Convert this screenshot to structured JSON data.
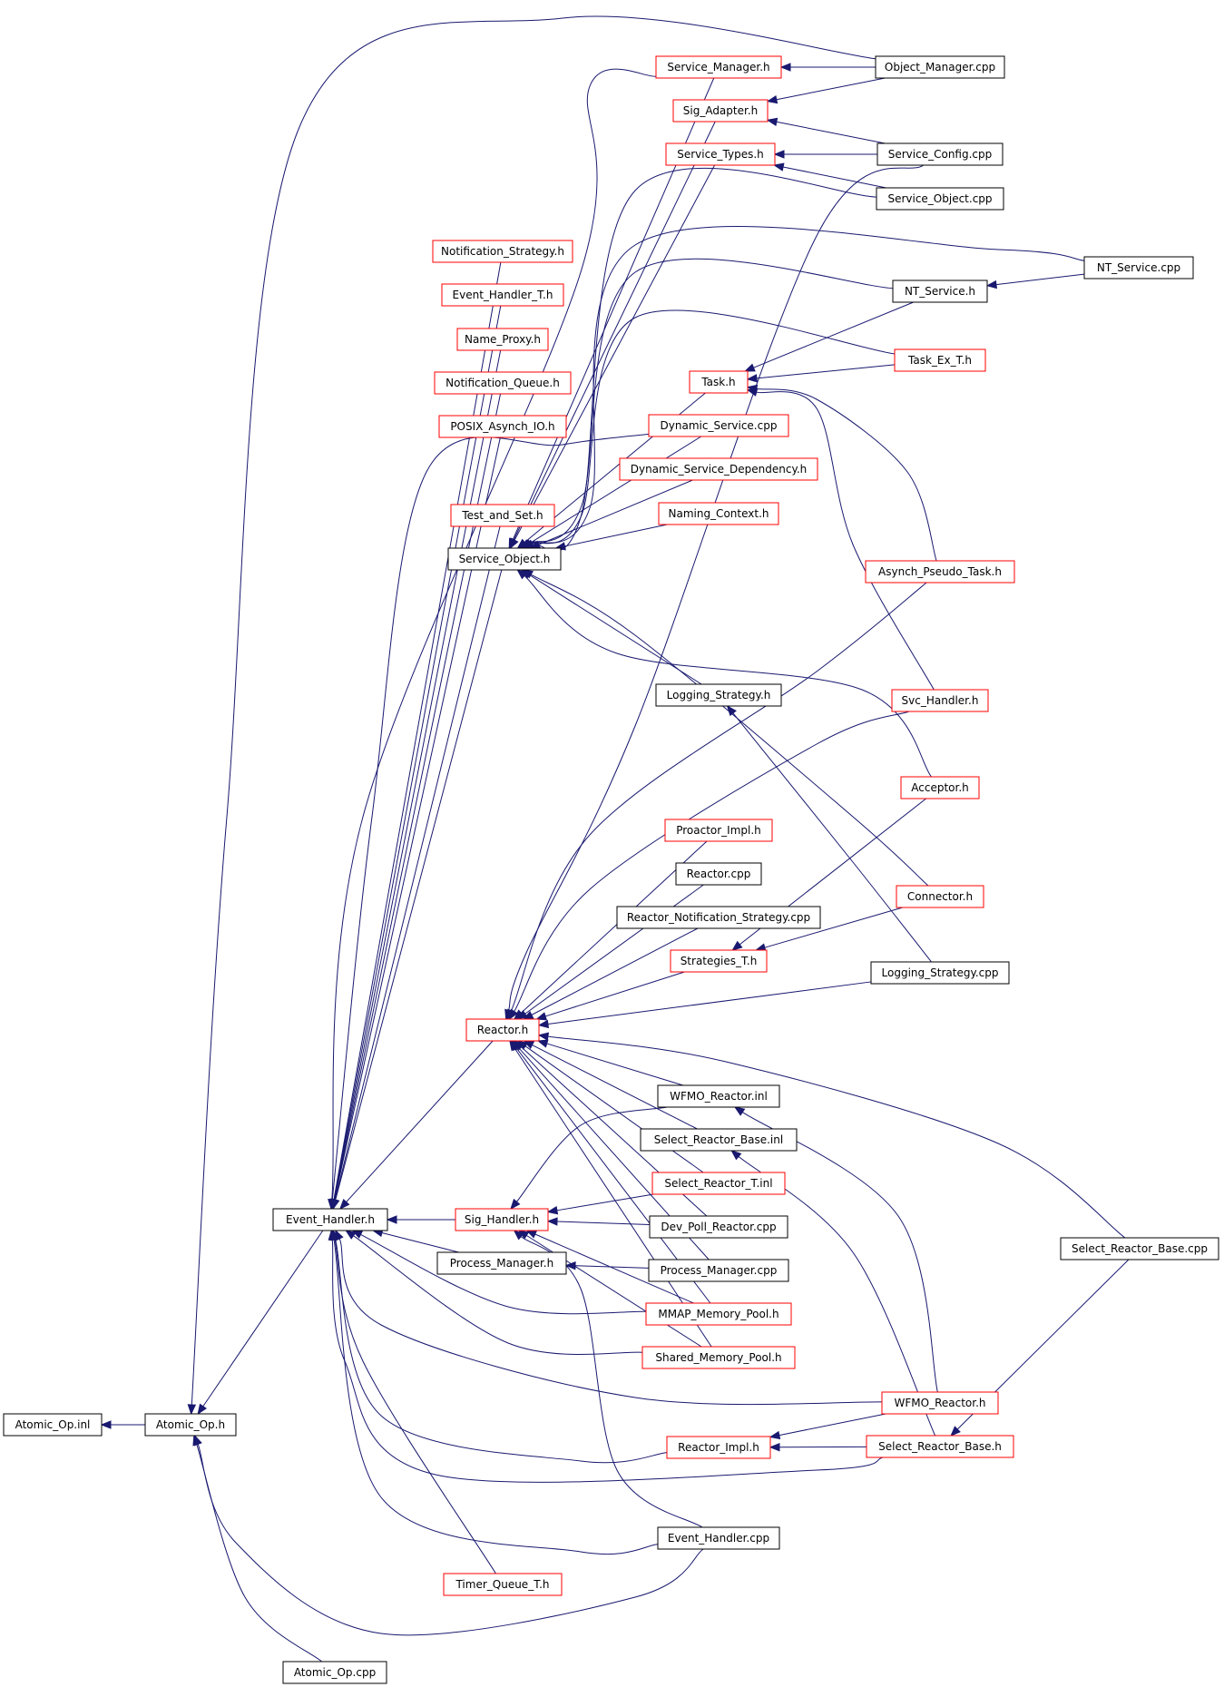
{
  "graph": {
    "title": "",
    "colors": {
      "edge": "#191970",
      "red_border": "#ff0000",
      "black_border": "#000000",
      "root_fill": "#bfbfbf",
      "background": "#ffffff"
    },
    "nodes": [
      {
        "id": "atomic_op_inl",
        "label": "Atomic_Op.inl",
        "border": "black",
        "root": true
      },
      {
        "id": "atomic_op_h",
        "label": "Atomic_Op.h",
        "border": "black"
      },
      {
        "id": "atomic_op_cpp",
        "label": "Atomic_Op.cpp",
        "border": "black"
      },
      {
        "id": "event_handler_h",
        "label": "Event_Handler.h",
        "border": "black"
      },
      {
        "id": "timer_queue_t_h",
        "label": "Timer_Queue_T.h",
        "border": "red"
      },
      {
        "id": "sig_handler_h",
        "label": "Sig_Handler.h",
        "border": "red"
      },
      {
        "id": "process_manager_h",
        "label": "Process_Manager.h",
        "border": "black"
      },
      {
        "id": "reactor_h",
        "label": "Reactor.h",
        "border": "red"
      },
      {
        "id": "service_object_h",
        "label": "Service_Object.h",
        "border": "black"
      },
      {
        "id": "test_and_set_h",
        "label": "Test_and_Set.h",
        "border": "red"
      },
      {
        "id": "posix_asynch_io_h",
        "label": "POSIX_Asynch_IO.h",
        "border": "red"
      },
      {
        "id": "notification_queue_h",
        "label": "Notification_Queue.h",
        "border": "red"
      },
      {
        "id": "name_proxy_h",
        "label": "Name_Proxy.h",
        "border": "red"
      },
      {
        "id": "event_handler_t_h",
        "label": "Event_Handler_T.h",
        "border": "red"
      },
      {
        "id": "notification_strategy_h",
        "label": "Notification_Strategy.h",
        "border": "red"
      },
      {
        "id": "service_manager_h",
        "label": "Service_Manager.h",
        "border": "red"
      },
      {
        "id": "sig_adapter_h",
        "label": "Sig_Adapter.h",
        "border": "red"
      },
      {
        "id": "service_types_h",
        "label": "Service_Types.h",
        "border": "red"
      },
      {
        "id": "task_h",
        "label": "Task.h",
        "border": "red"
      },
      {
        "id": "dynamic_service_cpp",
        "label": "Dynamic_Service.cpp",
        "border": "red"
      },
      {
        "id": "dynamic_service_dependency_h",
        "label": "Dynamic_Service_Dependency.h",
        "border": "red"
      },
      {
        "id": "naming_context_h",
        "label": "Naming_Context.h",
        "border": "red"
      },
      {
        "id": "logging_strategy_h",
        "label": "Logging_Strategy.h",
        "border": "black"
      },
      {
        "id": "proactor_impl_h",
        "label": "Proactor_Impl.h",
        "border": "red"
      },
      {
        "id": "reactor_cpp",
        "label": "Reactor.cpp",
        "border": "black"
      },
      {
        "id": "reactor_notification_strategy_cpp",
        "label": "Reactor_Notification_Strategy.cpp",
        "border": "black"
      },
      {
        "id": "strategies_t_h",
        "label": "Strategies_T.h",
        "border": "red"
      },
      {
        "id": "wfmo_reactor_inl",
        "label": "WFMO_Reactor.inl",
        "border": "black"
      },
      {
        "id": "select_reactor_base_inl",
        "label": "Select_Reactor_Base.inl",
        "border": "black"
      },
      {
        "id": "select_reactor_t_inl",
        "label": "Select_Reactor_T.inl",
        "border": "red"
      },
      {
        "id": "dev_poll_reactor_cpp",
        "label": "Dev_Poll_Reactor.cpp",
        "border": "black"
      },
      {
        "id": "process_manager_cpp",
        "label": "Process_Manager.cpp",
        "border": "black"
      },
      {
        "id": "mmap_memory_pool_h",
        "label": "MMAP_Memory_Pool.h",
        "border": "red"
      },
      {
        "id": "shared_memory_pool_h",
        "label": "Shared_Memory_Pool.h",
        "border": "red"
      },
      {
        "id": "reactor_impl_h",
        "label": "Reactor_Impl.h",
        "border": "red"
      },
      {
        "id": "event_handler_cpp",
        "label": "Event_Handler.cpp",
        "border": "black"
      },
      {
        "id": "object_manager_cpp",
        "label": "Object_Manager.cpp",
        "border": "black"
      },
      {
        "id": "service_config_cpp",
        "label": "Service_Config.cpp",
        "border": "black"
      },
      {
        "id": "service_object_cpp",
        "label": "Service_Object.cpp",
        "border": "black"
      },
      {
        "id": "nt_service_h",
        "label": "NT_Service.h",
        "border": "black"
      },
      {
        "id": "nt_service_cpp",
        "label": "NT_Service.cpp",
        "border": "black"
      },
      {
        "id": "task_ex_t_h",
        "label": "Task_Ex_T.h",
        "border": "red"
      },
      {
        "id": "asynch_pseudo_task_h",
        "label": "Asynch_Pseudo_Task.h",
        "border": "red"
      },
      {
        "id": "svc_handler_h",
        "label": "Svc_Handler.h",
        "border": "red"
      },
      {
        "id": "acceptor_h",
        "label": "Acceptor.h",
        "border": "red"
      },
      {
        "id": "connector_h",
        "label": "Connector.h",
        "border": "red"
      },
      {
        "id": "logging_strategy_cpp",
        "label": "Logging_Strategy.cpp",
        "border": "black"
      },
      {
        "id": "wfmo_reactor_h",
        "label": "WFMO_Reactor.h",
        "border": "red"
      },
      {
        "id": "select_reactor_base_h",
        "label": "Select_Reactor_Base.h",
        "border": "red"
      },
      {
        "id": "select_reactor_base_cpp",
        "label": "Select_Reactor_Base.cpp",
        "border": "black"
      }
    ],
    "edges": [
      [
        "atomic_op_h",
        "atomic_op_inl"
      ],
      [
        "atomic_op_cpp",
        "atomic_op_h"
      ],
      [
        "event_handler_h",
        "atomic_op_h"
      ],
      [
        "event_handler_cpp",
        "atomic_op_h"
      ],
      [
        "object_manager_cpp",
        "atomic_op_h"
      ],
      [
        "notification_strategy_h",
        "event_handler_h"
      ],
      [
        "event_handler_t_h",
        "event_handler_h"
      ],
      [
        "name_proxy_h",
        "event_handler_h"
      ],
      [
        "notification_queue_h",
        "event_handler_h"
      ],
      [
        "posix_asynch_io_h",
        "event_handler_h"
      ],
      [
        "test_and_set_h",
        "event_handler_h"
      ],
      [
        "service_object_h",
        "event_handler_h"
      ],
      [
        "reactor_h",
        "event_handler_h"
      ],
      [
        "sig_handler_h",
        "event_handler_h"
      ],
      [
        "process_manager_h",
        "event_handler_h"
      ],
      [
        "mmap_memory_pool_h",
        "event_handler_h"
      ],
      [
        "shared_memory_pool_h",
        "event_handler_h"
      ],
      [
        "wfmo_reactor_h",
        "event_handler_h"
      ],
      [
        "reactor_impl_h",
        "event_handler_h"
      ],
      [
        "select_reactor_base_h",
        "event_handler_h"
      ],
      [
        "event_handler_cpp",
        "event_handler_h"
      ],
      [
        "timer_queue_t_h",
        "event_handler_h"
      ],
      [
        "service_manager_h",
        "event_handler_h"
      ],
      [
        "dynamic_service_cpp",
        "event_handler_h"
      ],
      [
        "service_manager_h",
        "service_object_h"
      ],
      [
        "sig_adapter_h",
        "service_object_h"
      ],
      [
        "service_types_h",
        "service_object_h"
      ],
      [
        "service_object_cpp",
        "service_object_h"
      ],
      [
        "nt_service_cpp",
        "service_object_h"
      ],
      [
        "nt_service_h",
        "service_object_h"
      ],
      [
        "task_ex_t_h",
        "service_object_h"
      ],
      [
        "task_h",
        "service_object_h"
      ],
      [
        "dynamic_service_cpp",
        "service_object_h"
      ],
      [
        "dynamic_service_dependency_h",
        "service_object_h"
      ],
      [
        "naming_context_h",
        "service_object_h"
      ],
      [
        "logging_strategy_h",
        "service_object_h"
      ],
      [
        "acceptor_h",
        "service_object_h"
      ],
      [
        "connector_h",
        "service_object_h"
      ],
      [
        "object_manager_cpp",
        "service_manager_h"
      ],
      [
        "object_manager_cpp",
        "sig_adapter_h"
      ],
      [
        "service_config_cpp",
        "sig_adapter_h"
      ],
      [
        "service_config_cpp",
        "service_types_h"
      ],
      [
        "service_object_cpp",
        "service_types_h"
      ],
      [
        "nt_service_cpp",
        "nt_service_h"
      ],
      [
        "nt_service_h",
        "task_h"
      ],
      [
        "task_ex_t_h",
        "task_h"
      ],
      [
        "asynch_pseudo_task_h",
        "task_h"
      ],
      [
        "svc_handler_h",
        "task_h"
      ],
      [
        "logging_strategy_cpp",
        "logging_strategy_h"
      ],
      [
        "acceptor_h",
        "strategies_t_h"
      ],
      [
        "connector_h",
        "strategies_t_h"
      ],
      [
        "service_config_cpp",
        "reactor_h"
      ],
      [
        "asynch_pseudo_task_h",
        "reactor_h"
      ],
      [
        "svc_handler_h",
        "reactor_h"
      ],
      [
        "proactor_impl_h",
        "reactor_h"
      ],
      [
        "reactor_cpp",
        "reactor_h"
      ],
      [
        "reactor_notification_strategy_cpp",
        "reactor_h"
      ],
      [
        "strategies_t_h",
        "reactor_h"
      ],
      [
        "logging_strategy_cpp",
        "reactor_h"
      ],
      [
        "select_reactor_base_cpp",
        "reactor_h"
      ],
      [
        "wfmo_reactor_inl",
        "reactor_h"
      ],
      [
        "select_reactor_base_inl",
        "reactor_h"
      ],
      [
        "select_reactor_t_inl",
        "reactor_h"
      ],
      [
        "dev_poll_reactor_cpp",
        "reactor_h"
      ],
      [
        "process_manager_cpp",
        "reactor_h"
      ],
      [
        "mmap_memory_pool_h",
        "reactor_h"
      ],
      [
        "shared_memory_pool_h",
        "reactor_h"
      ],
      [
        "wfmo_reactor_inl",
        "sig_handler_h"
      ],
      [
        "select_reactor_t_inl",
        "sig_handler_h"
      ],
      [
        "dev_poll_reactor_cpp",
        "sig_handler_h"
      ],
      [
        "mmap_memory_pool_h",
        "sig_handler_h"
      ],
      [
        "shared_memory_pool_h",
        "sig_handler_h"
      ],
      [
        "event_handler_cpp",
        "sig_handler_h"
      ],
      [
        "process_manager_cpp",
        "process_manager_h"
      ],
      [
        "wfmo_reactor_h",
        "wfmo_reactor_inl"
      ],
      [
        "select_reactor_base_h",
        "select_reactor_base_inl"
      ],
      [
        "wfmo_reactor_h",
        "reactor_impl_h"
      ],
      [
        "select_reactor_base_h",
        "reactor_impl_h"
      ],
      [
        "select_reactor_base_cpp",
        "select_reactor_base_h"
      ]
    ]
  }
}
